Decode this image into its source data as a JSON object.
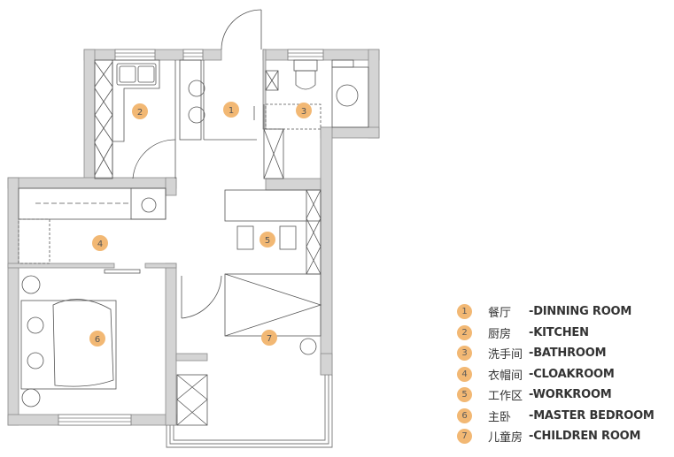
{
  "plan": {
    "wall_color": "#d4d4d4",
    "badge_color": "#f2b874",
    "line_color": "#666666",
    "rooms": [
      {
        "number": "1",
        "cn": "餐厅",
        "en": "-DINNING ROOM"
      },
      {
        "number": "2",
        "cn": "厨房",
        "en": "-KITCHEN"
      },
      {
        "number": "3",
        "cn": "洗手间",
        "en": "-BATHROOM"
      },
      {
        "number": "4",
        "cn": "衣帽间",
        "en": "-CLOAKROOM"
      },
      {
        "number": "5",
        "cn": "工作区",
        "en": "-WORKROOM"
      },
      {
        "number": "6",
        "cn": "主卧",
        "en": "-MASTER BEDROOM"
      },
      {
        "number": "7",
        "cn": "儿童房",
        "en": "-CHILDREN ROOM"
      }
    ]
  }
}
